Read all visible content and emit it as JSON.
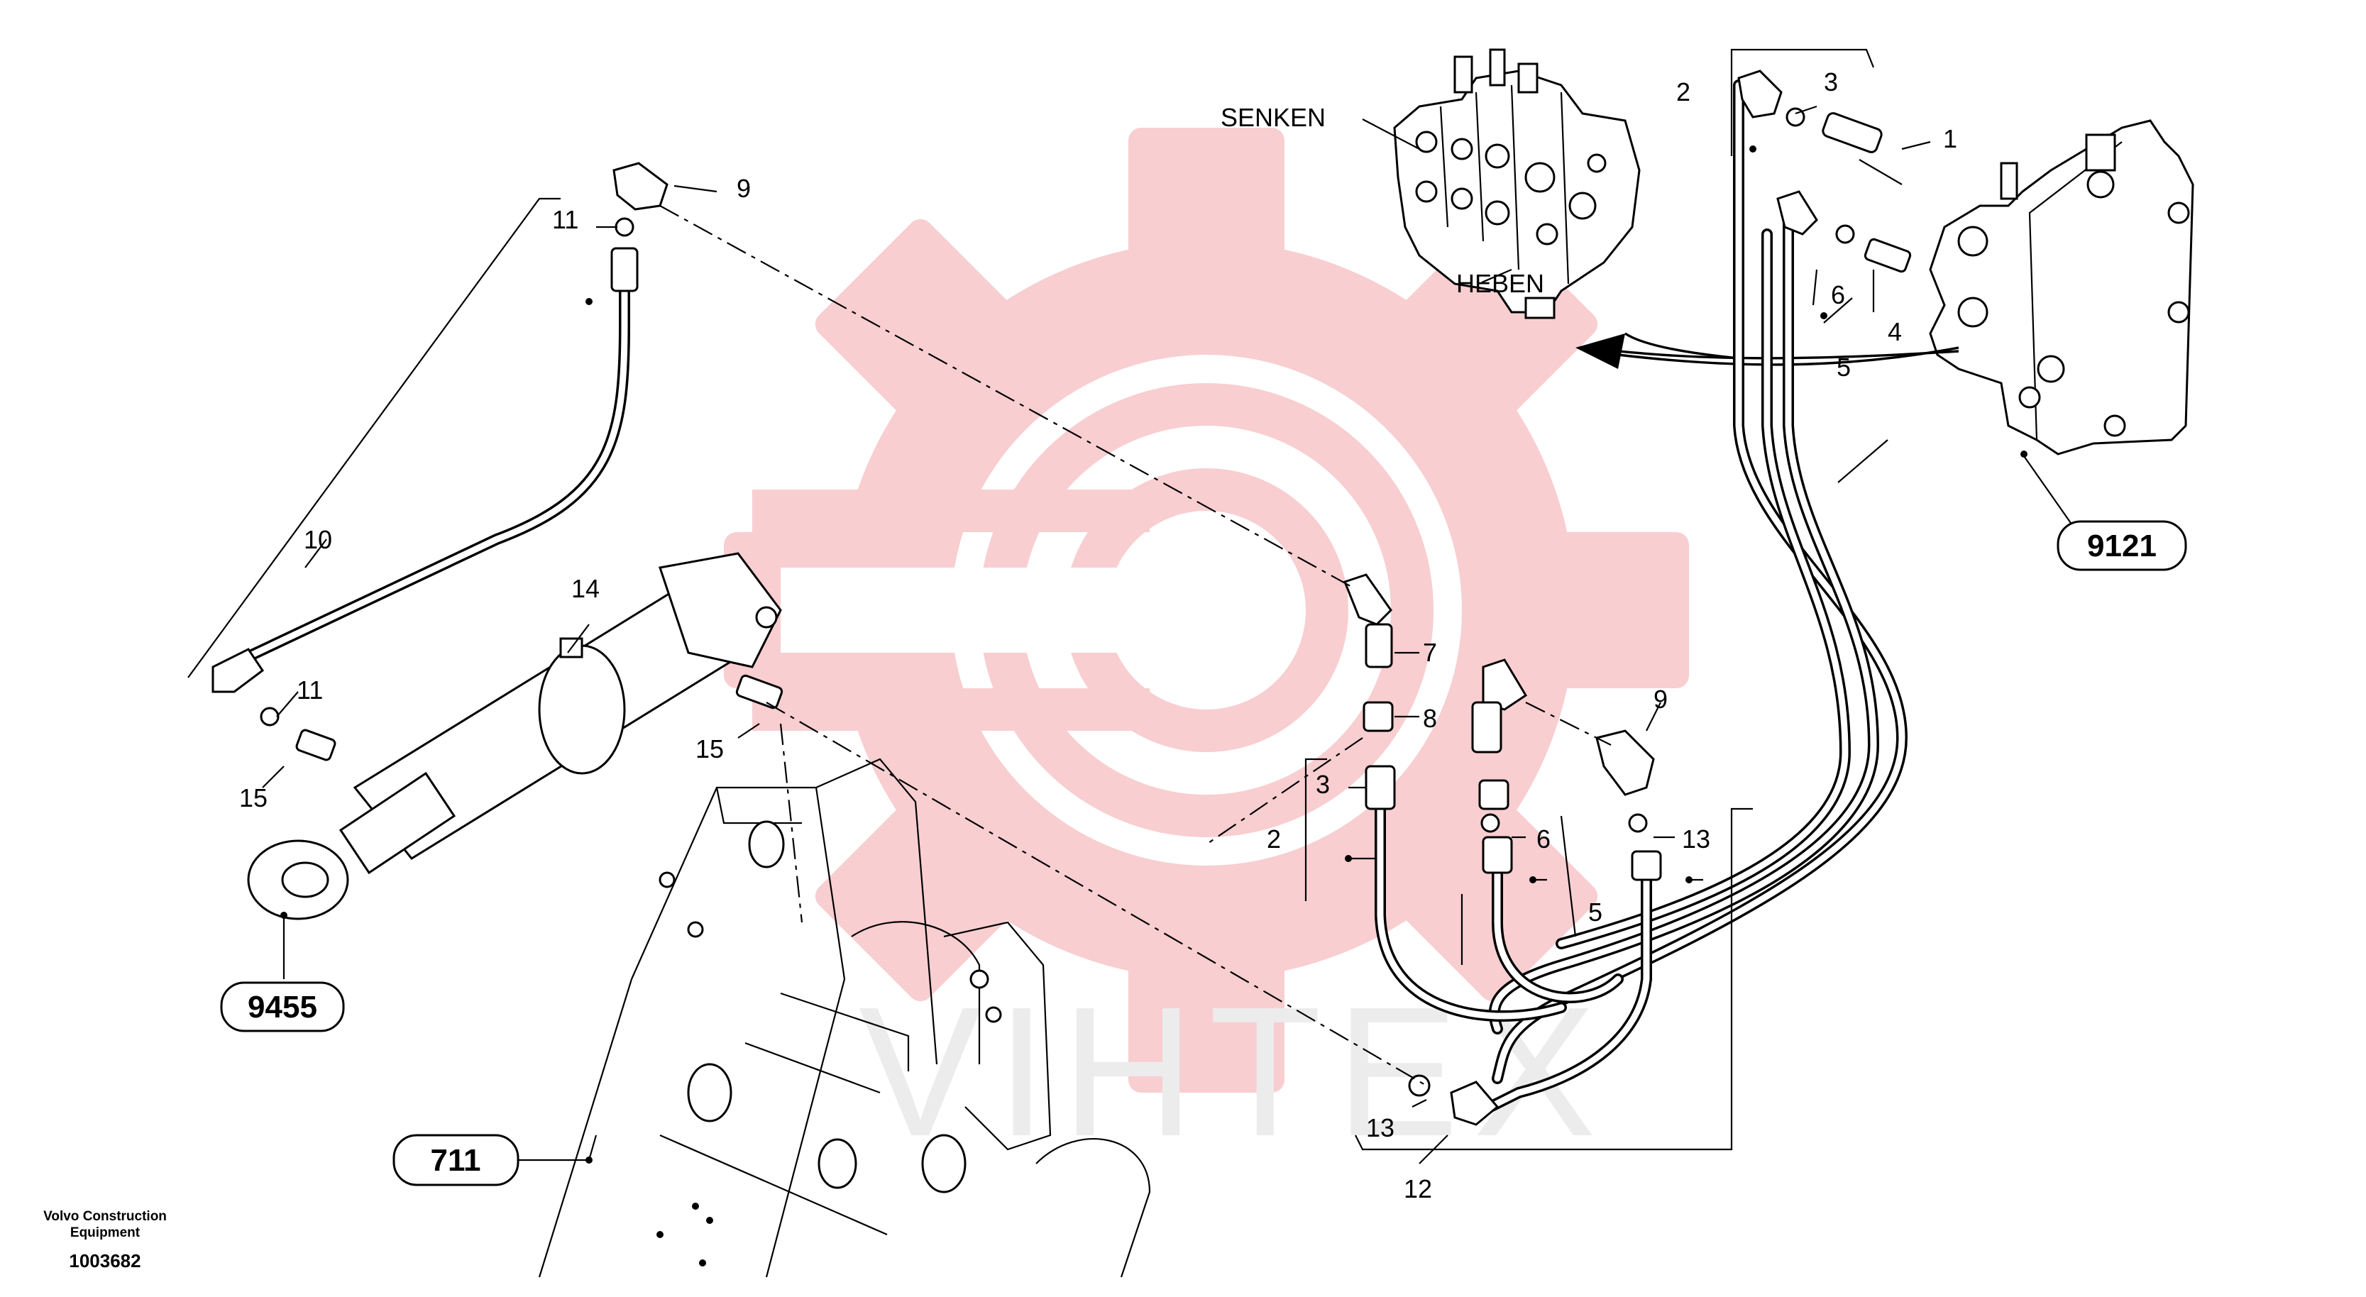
{
  "labels": {
    "senken": "SENKEN",
    "heben": "HEBEN"
  },
  "callouts": {
    "n1": "1",
    "n2a": "2",
    "n3a": "3",
    "n4": "4",
    "n5a": "5",
    "n6a": "6",
    "n9a": "9",
    "n11a": "11",
    "n10": "10",
    "n14": "14",
    "n11b": "11",
    "n15a": "15",
    "n15b": "15",
    "n7": "7",
    "n8": "8",
    "n3b": "3",
    "n2b": "2",
    "n9b": "9",
    "n6b": "6",
    "n13a": "13",
    "n5b": "5",
    "n13b": "13",
    "n12": "12"
  },
  "boxed_refs": {
    "r9121": "9121",
    "r9455": "9455",
    "r711": "711"
  },
  "footer": {
    "company_line1": "Volvo Construction",
    "company_line2": "Equipment",
    "drawing_number": "1003682"
  },
  "watermark": {
    "text": "VIHTEX",
    "logo": "gear-logo",
    "color": "#f6b3b7"
  }
}
